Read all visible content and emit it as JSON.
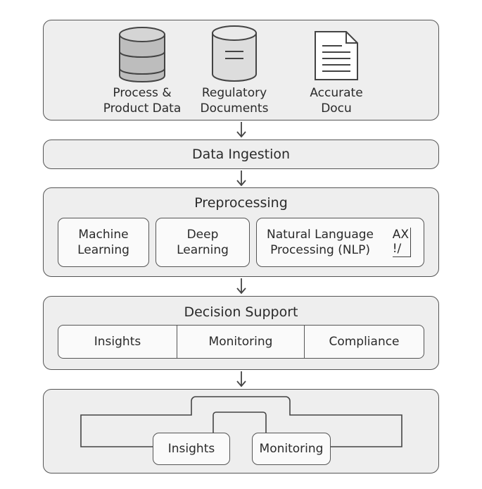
{
  "sources": {
    "items": [
      {
        "icon": "database-icon",
        "label": "Process &\nProduct Data"
      },
      {
        "icon": "document-stack-icon",
        "label": "Regulatory\nDocuments"
      },
      {
        "icon": "file-icon",
        "label": "Accurate\nDocu"
      }
    ]
  },
  "ingestion": {
    "title": "Data Ingestion"
  },
  "preprocessing": {
    "title": "Preprocessing",
    "methods": [
      "Machine\nLearning",
      "Deep\nLearning",
      "Natural Language\nProcessing (NLP)"
    ],
    "nlp_icon_text": "AX\n!/"
  },
  "decision": {
    "title": "Decision Support",
    "segments": [
      "Insights",
      "Monitoring",
      "Compliance"
    ]
  },
  "loop": {
    "boxes": [
      "Insights",
      "Monitoring"
    ]
  }
}
